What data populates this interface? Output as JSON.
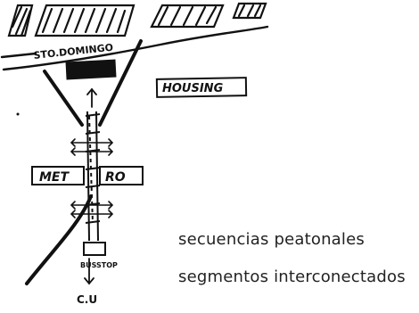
{
  "labels": {
    "street_name": "STO.DOMINGO",
    "housing": "HOUSING",
    "metro_left": "MET",
    "metro_right": "RO",
    "bus_stop": "BUSSTOP",
    "destination": "C.U"
  },
  "captions": [
    "secuencias peatonales",
    "segmentos interconectados"
  ]
}
